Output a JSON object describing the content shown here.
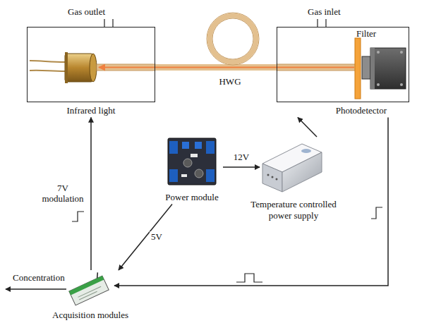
{
  "diagram": {
    "nodes": [
      {
        "text": [
          "Infrared light"
        ]
      },
      {
        "text": [
          "Photodetector"
        ]
      },
      {
        "text": [
          "Power module"
        ]
      },
      {
        "text": [
          "Temperature controlled power supply"
        ]
      },
      {
        "text": [
          "Acquisition modules"
        ]
      }
    ],
    "edges": [
      {
        "from": 0,
        "to": 1,
        "arrow": "none",
        "label": "HWG"
      },
      {
        "from": 2,
        "to": 3,
        "arrow": "to",
        "label": "12V"
      },
      {
        "from": 3,
        "to": 1,
        "arrow": "to"
      },
      {
        "from": 2,
        "to": 4,
        "arrow": "to",
        "label": "5V"
      },
      {
        "from": 4,
        "to": 0,
        "arrow": "to",
        "label": "7V modulation"
      },
      {
        "from": 1,
        "to": 4,
        "arrow": "to"
      }
    ],
    "labels": [
      "Gas outlet",
      "Gas inlet",
      "Filter",
      "Concentration"
    ]
  }
}
